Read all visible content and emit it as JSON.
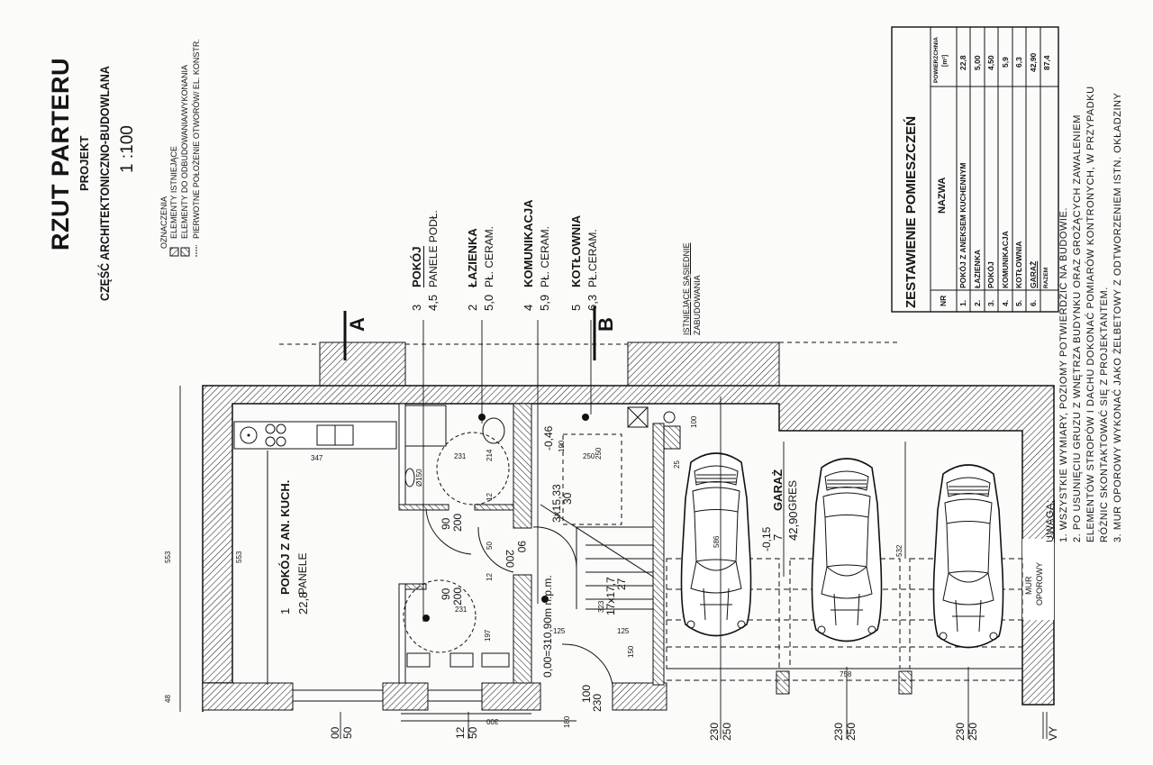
{
  "header": {
    "title": "RZUT PARTERU",
    "subtitle": "PROJEKT",
    "part": "CZĘŚĆ ARCHITEKTONICZNO-BUDOWLANA",
    "scale": "1 :100"
  },
  "legend": {
    "heading": "OZNACZENIA",
    "items": [
      {
        "label": "ELEMENTY ISTNIEJĄCE",
        "symbol": "hatch-right"
      },
      {
        "label": "ELEMENTY DO ODBUDOWANIA/WYKONANIA",
        "symbol": "hatch-left"
      },
      {
        "label": "PIERWOTNE POŁOŻENIE OTWORÓW/ EL. KONSTR.",
        "symbol": "dashed-line"
      }
    ]
  },
  "room_tags": [
    {
      "nr": "3",
      "name": "POKÓJ",
      "area": "4,5",
      "floor": "PANELE PODŁ."
    },
    {
      "nr": "2",
      "name": "ŁAZIENKA",
      "area": "5,0",
      "floor": "PŁ. CERAM."
    },
    {
      "nr": "4",
      "name": "KOMUNIKACJA",
      "area": "5,9",
      "floor": "PŁ. CERAM."
    },
    {
      "nr": "5",
      "name": "KOTŁOWNIA",
      "area": "6,3",
      "floor": "PŁ.CERAM."
    },
    {
      "nr": "1",
      "name": "POKÓJ Z AN. KUCH.",
      "area": "22,8",
      "floor": "PANELE"
    },
    {
      "nr": "7",
      "name": "GARAŻ",
      "area": "42,90",
      "floor": "GRES"
    }
  ],
  "sections": {
    "a": "A",
    "b": "B"
  },
  "neighbor_label": {
    "line1": "ISTNIEJĄCE SĄSIEDNIE",
    "line2": "ZABUDOWANIA"
  },
  "retaining_wall": {
    "line1": "MUR",
    "line2": "OPOROWY"
  },
  "levels": {
    "zero": "0,00=310,90m n.p.m.",
    "boiler": "-0,46",
    "garage": "-0,15"
  },
  "dimensions": {
    "left_total": "553",
    "left_bottom": "48",
    "kitchen_len": "553",
    "kitchen_width": "347",
    "bath_231a": "231",
    "bath_231b": "231",
    "bath_150": "Ø150",
    "bath_214": "214",
    "bath_12a": "12",
    "bath_12b": "12",
    "door_90a": "90",
    "door_200a": "200",
    "door_90b": "90",
    "door_200b": "200",
    "door_50": "50",
    "hall_200": "200",
    "hall_90": "90",
    "stairs_1": "3x15,33",
    "stairs_2": "30",
    "stairs_3": "17x17,7",
    "stairs_4": "27",
    "stairs_323": "323",
    "hall_125a": "125",
    "hall_125b": "125",
    "hall_150": "150",
    "boiler_250a": "250",
    "boiler_250b": "250",
    "boiler_190": "190",
    "bath_197": "197",
    "garage_586": "586",
    "garage_532": "532",
    "garage_100": "100",
    "garage_25": "25",
    "garage_758": "758",
    "bottom": [
      "00",
      "50",
      "12",
      "50",
      "300",
      "180",
      "100",
      "230",
      "230",
      "250",
      "230",
      "250",
      "230",
      "250",
      "VY"
    ]
  },
  "room_table": {
    "title": "ZESTAWIENIE POMIESZCZEŃ",
    "headers": {
      "nr": "NR",
      "name": "NAZWA",
      "area": "POWIERZCHNIA",
      "unit": "[m²]"
    },
    "rows": [
      {
        "nr": "1.",
        "name": "POKÓJ Z ANEKSEM KUCHENNYM",
        "area": "22,8"
      },
      {
        "nr": "2.",
        "name": "ŁAZIENKA",
        "area": "5,00"
      },
      {
        "nr": "3.",
        "name": "POKÓJ",
        "area": "4,50"
      },
      {
        "nr": "4.",
        "name": "KOMUNIKACJA",
        "area": "5,9"
      },
      {
        "nr": "5.",
        "name": "KOTŁOWNIA",
        "area": "6,3"
      },
      {
        "nr": "6.",
        "name": "GARAŻ",
        "area": "42,90"
      }
    ],
    "total": {
      "label": "RAZEM",
      "area": "87,4"
    }
  },
  "notes": {
    "heading": "UWAGA:",
    "lines": [
      "1. WSZYSTKIE WYMIARY, POZIOMY POTWIERDZIĆ NA BUDOWIE.",
      "2. PO USUNIĘCIU GRUZU Z WNĘTRZA BUDYNKU ORAZ GROŻĄCYCH ZAWALENIEM",
      "ELEMENTÓW STROPÓW I DACHU DOKONAĆ POMIARÓW KONTRONYCH, W PRZYPADKU",
      "RÓŻNIC SKONTAKTOWAĆ SIĘ Z PROJEKTANTEM.",
      "3. MUR OPOROWY WYKONAĆ JAKO ŻELBETOWY Z ODTWORZENIEM ISTN. OKŁADZINY"
    ]
  },
  "colors": {
    "ink": "#151515",
    "paper": "#fbfbfa"
  }
}
